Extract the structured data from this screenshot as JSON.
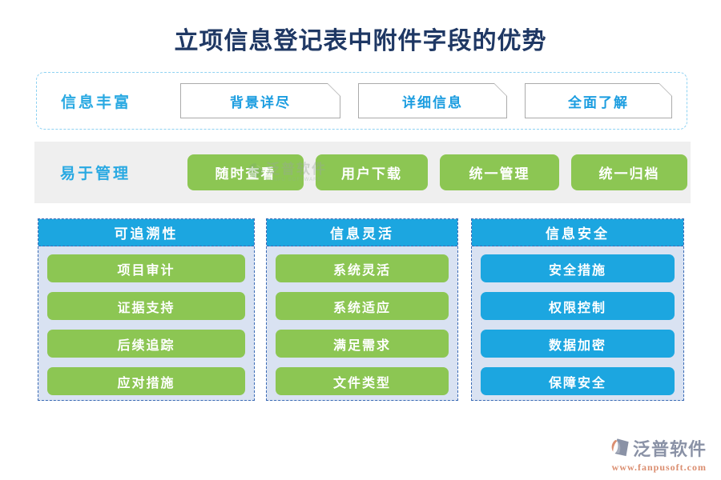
{
  "title": "立项信息登记表中附件字段的优势",
  "row1": {
    "label": "信息丰富",
    "items": [
      "背景详尽",
      "详细信息",
      "全面了解"
    ]
  },
  "row2": {
    "label": "易于管理",
    "items": [
      "随时查看",
      "用户下载",
      "统一管理",
      "统一归档"
    ]
  },
  "columns": [
    {
      "header": "可追溯性",
      "style": "green",
      "items": [
        "项目审计",
        "证据支持",
        "后续追踪",
        "应对措施"
      ]
    },
    {
      "header": "信息灵活",
      "style": "green",
      "items": [
        "系统灵活",
        "系统适应",
        "满足需求",
        "文件类型"
      ]
    },
    {
      "header": "信息安全",
      "style": "blue",
      "items": [
        "安全措施",
        "权限控制",
        "数据加密",
        "保障安全"
      ]
    }
  ],
  "watermark": {
    "text": "泛普软件",
    "subtext": "FANPU SOFTWARE"
  },
  "footer": {
    "brand": "泛普软件",
    "url": "www.fanpusoft.com"
  },
  "colors": {
    "title_navy": "#1F3864",
    "accent_blue": "#1CA6E0",
    "label_blue": "#29A9E2",
    "green": "#8CC653",
    "column_bg": "#D9E2F2",
    "column_border": "#3B6BB5",
    "band_gray": "#EFEFEF",
    "row1_dashed_border": "#8FD2F2",
    "cut_button_border": "#ABABAB",
    "logo_gray": "#8A92A6",
    "logo_salmon": "#DB8E70"
  }
}
